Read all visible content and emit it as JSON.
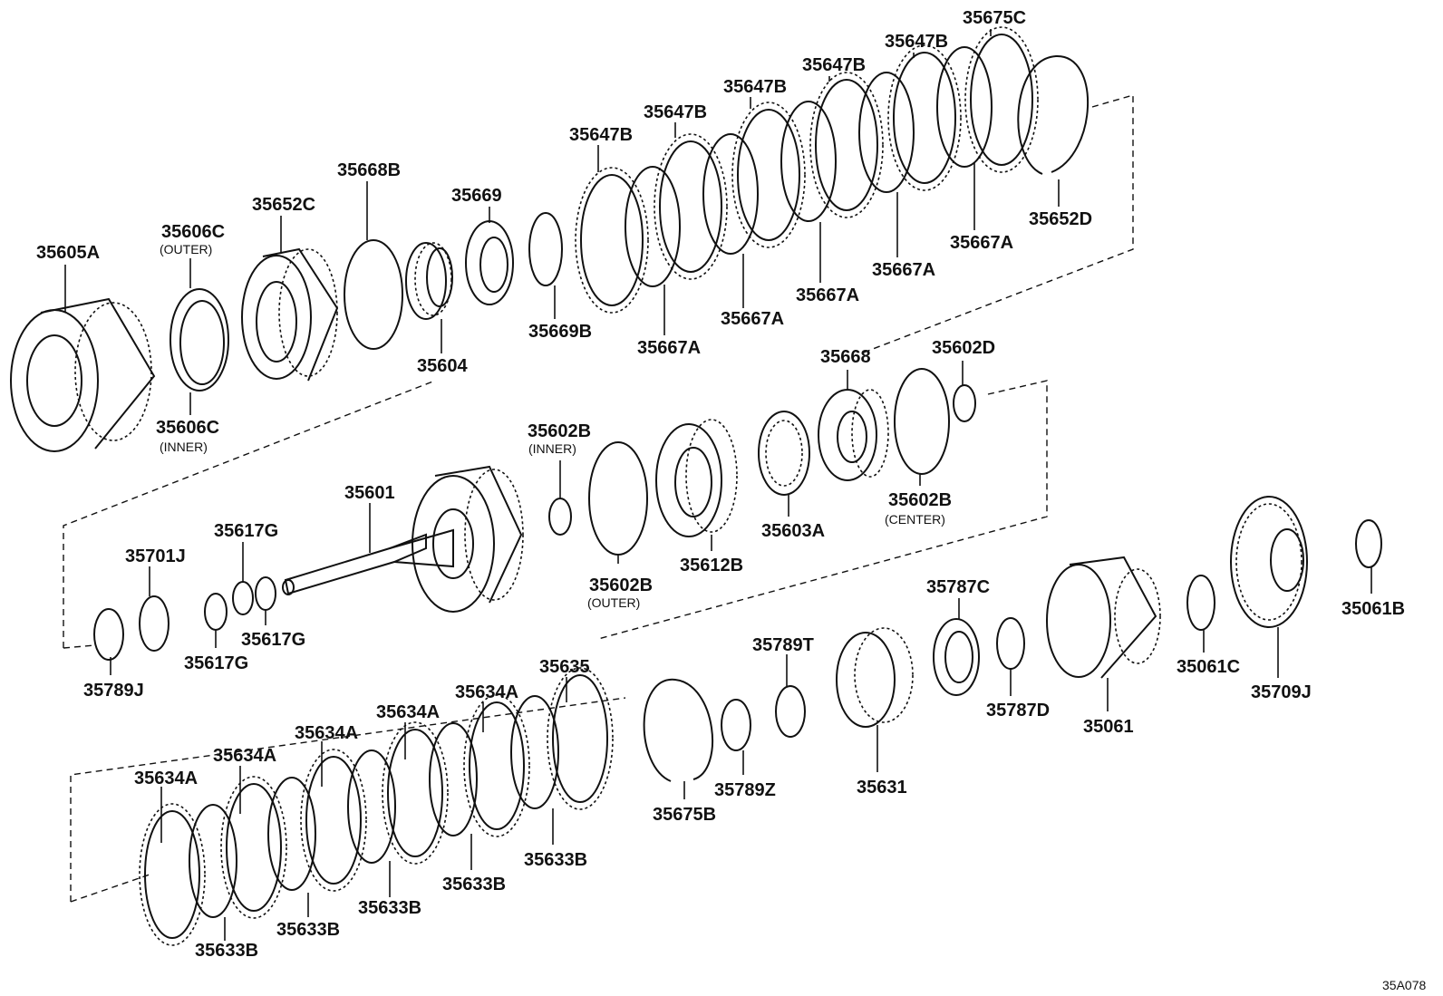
{
  "diagram": {
    "drawing_code": "35A078",
    "parts": [
      {
        "id": "35605A",
        "sub": ""
      },
      {
        "id": "35606C",
        "sub": "(OUTER)"
      },
      {
        "id": "35606C",
        "sub": "(INNER)"
      },
      {
        "id": "35652C",
        "sub": ""
      },
      {
        "id": "35668B",
        "sub": ""
      },
      {
        "id": "35604",
        "sub": ""
      },
      {
        "id": "35669",
        "sub": ""
      },
      {
        "id": "35669B",
        "sub": ""
      },
      {
        "id": "35647B",
        "sub": ""
      },
      {
        "id": "35647B",
        "sub": ""
      },
      {
        "id": "35647B",
        "sub": ""
      },
      {
        "id": "35647B",
        "sub": ""
      },
      {
        "id": "35647B",
        "sub": ""
      },
      {
        "id": "35675C",
        "sub": ""
      },
      {
        "id": "35652D",
        "sub": ""
      },
      {
        "id": "35667A",
        "sub": ""
      },
      {
        "id": "35667A",
        "sub": ""
      },
      {
        "id": "35667A",
        "sub": ""
      },
      {
        "id": "35667A",
        "sub": ""
      },
      {
        "id": "35667A",
        "sub": ""
      },
      {
        "id": "35668",
        "sub": ""
      },
      {
        "id": "35602D",
        "sub": ""
      },
      {
        "id": "35602B",
        "sub": "(INNER)"
      },
      {
        "id": "35602B",
        "sub": "(OUTER)"
      },
      {
        "id": "35602B",
        "sub": "(CENTER)"
      },
      {
        "id": "35612B",
        "sub": ""
      },
      {
        "id": "35603A",
        "sub": ""
      },
      {
        "id": "35601",
        "sub": ""
      },
      {
        "id": "35617G",
        "sub": ""
      },
      {
        "id": "35617G",
        "sub": ""
      },
      {
        "id": "35617G",
        "sub": ""
      },
      {
        "id": "35701J",
        "sub": ""
      },
      {
        "id": "35789J",
        "sub": ""
      },
      {
        "id": "35787C",
        "sub": ""
      },
      {
        "id": "35787D",
        "sub": ""
      },
      {
        "id": "35789T",
        "sub": ""
      },
      {
        "id": "35789Z",
        "sub": ""
      },
      {
        "id": "35631",
        "sub": ""
      },
      {
        "id": "35061",
        "sub": ""
      },
      {
        "id": "35061C",
        "sub": ""
      },
      {
        "id": "35709J",
        "sub": ""
      },
      {
        "id": "35061B",
        "sub": ""
      },
      {
        "id": "35675B",
        "sub": ""
      },
      {
        "id": "35635",
        "sub": ""
      },
      {
        "id": "35634A",
        "sub": ""
      },
      {
        "id": "35634A",
        "sub": ""
      },
      {
        "id": "35634A",
        "sub": ""
      },
      {
        "id": "35634A",
        "sub": ""
      },
      {
        "id": "35634A",
        "sub": ""
      },
      {
        "id": "35633B",
        "sub": ""
      },
      {
        "id": "35633B",
        "sub": ""
      },
      {
        "id": "35633B",
        "sub": ""
      },
      {
        "id": "35633B",
        "sub": ""
      },
      {
        "id": "35633B",
        "sub": ""
      }
    ]
  }
}
